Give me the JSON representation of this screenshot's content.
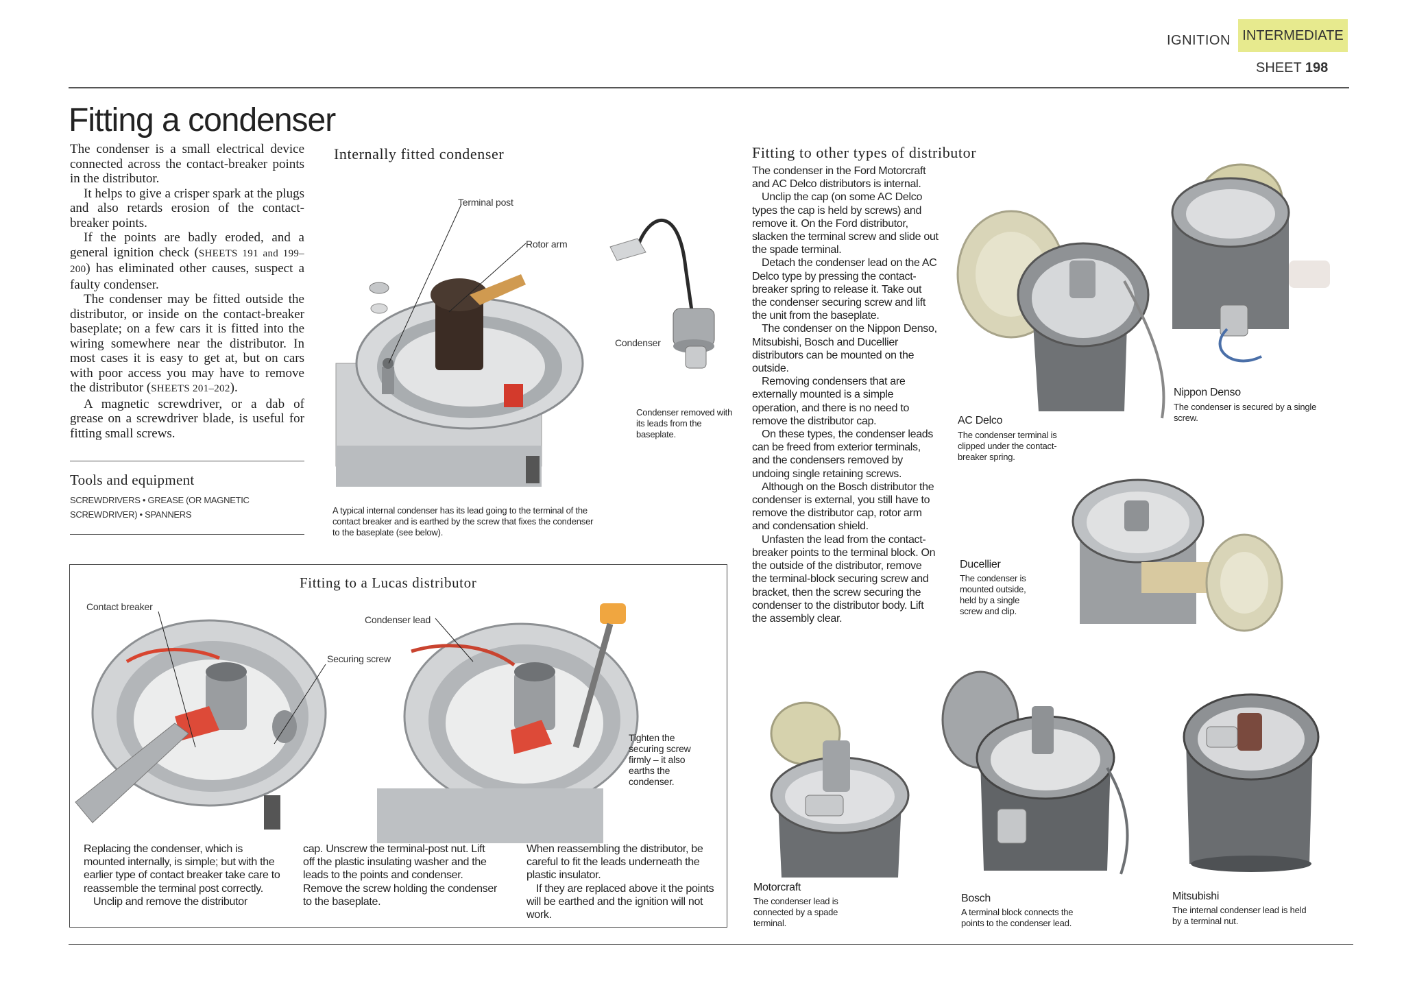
{
  "header": {
    "section": "IGNITION",
    "level": "INTERMEDIATE",
    "sheet_label": "SHEET",
    "sheet_number": "198",
    "level_color": "#e7ea8e"
  },
  "title": "Fitting a condenser",
  "intro": {
    "p1": "The condenser is a small electrical device connected across the contact-breaker points in the distributor.",
    "p2": "It helps to give a crisper spark at the plugs and also retards erosion of the contact-breaker points.",
    "p3a": "If the points are badly eroded, and a general ignition check (",
    "p3ref": "SHEETS 191 and 199–200",
    "p3b": ") has eliminated other causes, suspect a faulty condenser.",
    "p4a": "The condenser may be fitted outside the distributor, or inside on the contact-breaker baseplate; on a few cars it is fitted into the wiring somewhere near the distributor. In most cases it is easy to get at, but on cars with poor access you may have to remove the distributor (",
    "p4ref": "SHEETS 201–202",
    "p4b": ").",
    "p5": "A magnetic screwdriver, or a dab of grease on a screwdriver blade, is useful for fitting small screws."
  },
  "tools": {
    "heading": "Tools and equipment",
    "line1": "Screwdrivers • Grease (or magnetic",
    "line2": "screwdriver) • Spanners"
  },
  "internal": {
    "heading": "Internally fitted condenser",
    "label_terminal": "Terminal post",
    "label_rotor": "Rotor arm",
    "label_condenser": "Condenser",
    "caption_removed": "Condenser removed with its leads from the baseplate.",
    "caption": "A typical internal condenser has its lead going to the terminal of the contact breaker and is earthed by the screw that fixes the condenser to the baseplate (see below)."
  },
  "lucas": {
    "heading": "Fitting to a Lucas distributor",
    "label_contact": "Contact breaker",
    "label_lead": "Condenser lead",
    "label_screw": "Securing screw",
    "label_tighten": "Tighten the securing screw firmly – it also earths the condenser.",
    "col1_p1": "Replacing the condenser, which is mounted internally, is simple; but with the earlier type of contact breaker take care to reassemble the terminal post correctly.",
    "col1_p2": "Unclip and remove the distributor",
    "col2_p1": "cap. Unscrew the terminal-post nut. Lift off the plastic insulating washer and the leads to the points and condenser. Remove the screw holding the condenser to the baseplate.",
    "col3_p1": "When reassembling the distributor, be careful to fit the leads underneath the plastic insulator.",
    "col3_p2": "If they are replaced above it the points will be earthed and the ignition will not work."
  },
  "other": {
    "heading": "Fitting to other types of distributor",
    "p1": "The condenser in the Ford Motorcraft and AC Delco distributors is internal.",
    "p2": "Unclip the cap (on some AC Delco types the cap is held by screws) and remove it. On the Ford distributor, slacken the terminal screw and slide out the spade terminal.",
    "p3": "Detach the condenser lead on the AC Delco type by pressing the contact-breaker spring to release it. Take out the condenser securing screw and lift the unit from the baseplate.",
    "p4": "The condenser on the Nippon Denso, Mitsubishi, Bosch and Ducellier distributors can be mounted on the outside.",
    "p5": "Removing condensers that are externally mounted is a simple operation, and there is no need to remove the distributor cap.",
    "p6": "On these types, the condenser leads can be freed from exterior terminals, and the condensers removed by undoing single retaining screws.",
    "p7": "Although on the Bosch distributor the condenser is external, you still have to remove the distributor cap, rotor arm and condensation shield.",
    "p8": "Unfasten the lead from the contact-breaker points to the terminal block. On the outside of the distributor, remove the terminal-block securing screw and bracket, then the screw securing the condenser to the distributor body. Lift the assembly clear."
  },
  "distributors": {
    "acdelco": {
      "name": "AC Delco",
      "text": "The condenser terminal is clipped under the contact-breaker spring."
    },
    "nippon": {
      "name": "Nippon Denso",
      "text": "The condenser is secured by a single screw."
    },
    "ducellier": {
      "name": "Ducellier",
      "text": "The condenser is mounted outside, held by a single screw and clip."
    },
    "motorcraft": {
      "name": "Motorcraft",
      "text": "The condenser lead is connected by a spade terminal."
    },
    "bosch": {
      "name": "Bosch",
      "text": "A terminal block connects the points to the condenser lead."
    },
    "mitsubishi": {
      "name": "Mitsubishi",
      "text": "The internal condenser lead is held by a terminal nut."
    }
  }
}
